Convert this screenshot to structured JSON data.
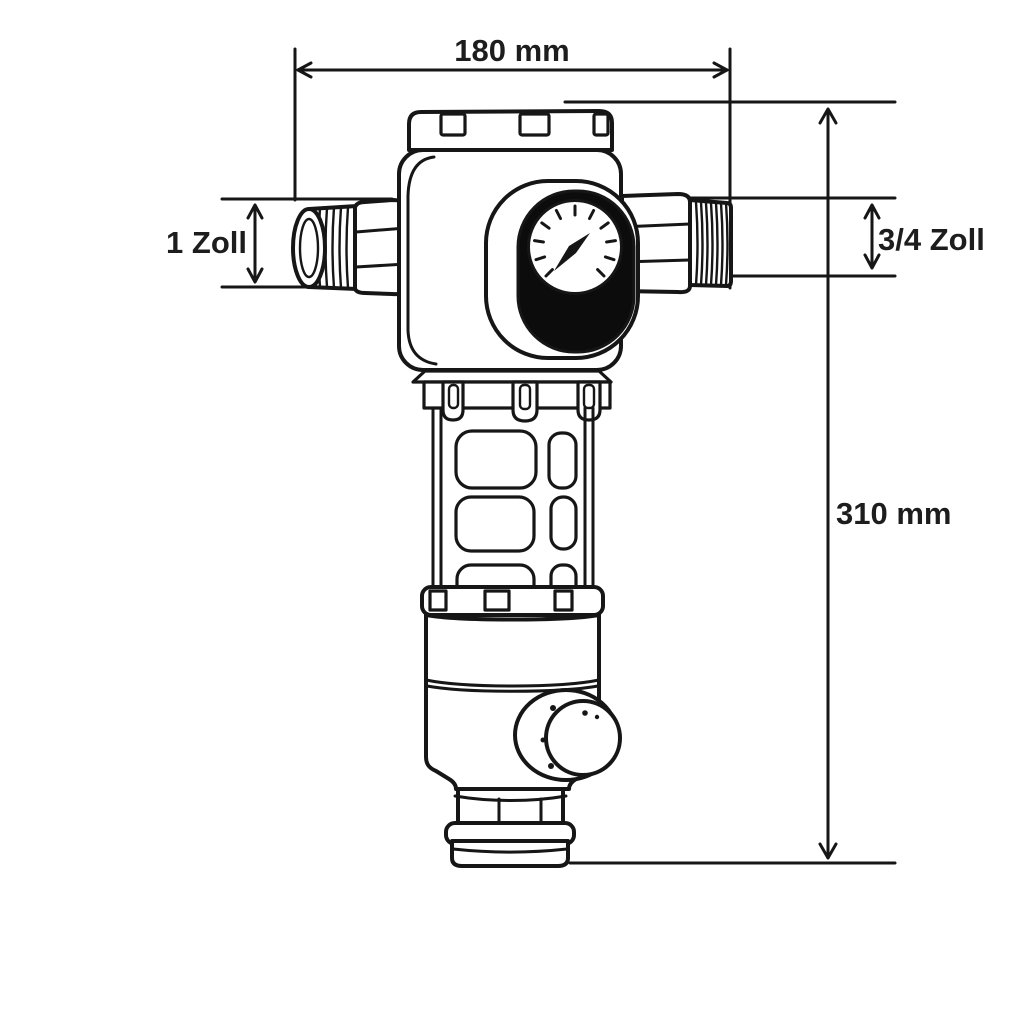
{
  "diagram": {
    "labels": {
      "width": "180 mm",
      "height": "310 mm",
      "inlet": "1 Zoll",
      "outlet": "3/4 Zoll"
    },
    "colors": {
      "background": "#ffffff",
      "line": "#161616",
      "text": "#1d1d1d",
      "gauge_bezel": "#0c0c0c"
    }
  }
}
